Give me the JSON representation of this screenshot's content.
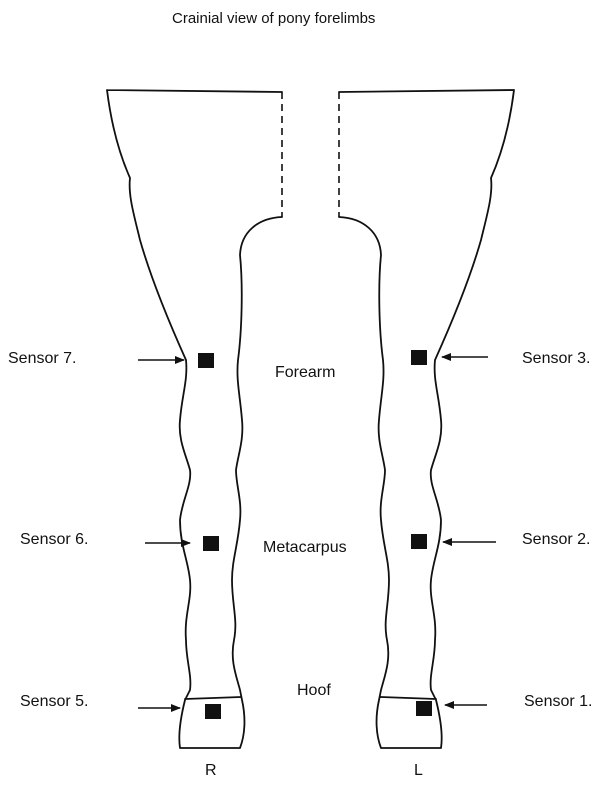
{
  "title": "Crainial view of pony forelimbs",
  "regions": {
    "forearm": "Forearm",
    "metacarpus": "Metacarpus",
    "hoof": "Hoof"
  },
  "limbs": {
    "right": "R",
    "left": "L"
  },
  "sensors": {
    "s1": "Sensor 1.",
    "s2": "Sensor 2.",
    "s3": "Sensor 3.",
    "s5": "Sensor 5.",
    "s6": "Sensor 6.",
    "s7": "Sensor 7."
  },
  "colors": {
    "ink": "#111111",
    "background": "#ffffff"
  }
}
